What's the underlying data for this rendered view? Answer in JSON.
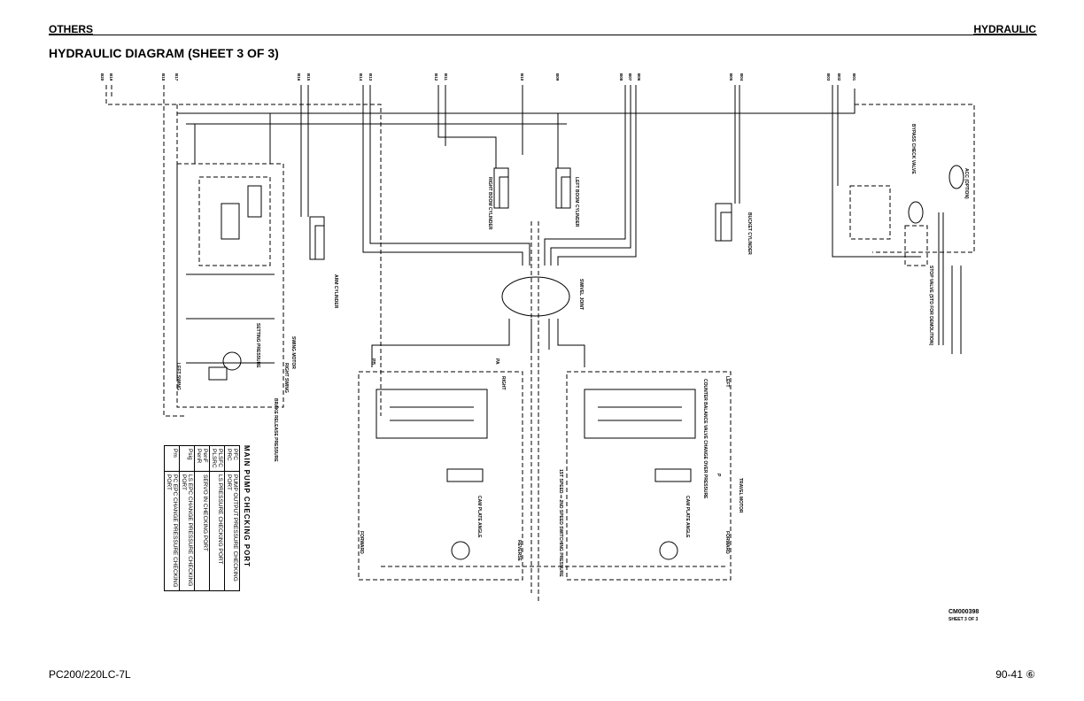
{
  "header": {
    "section": "OTHERS",
    "category": "HYDRAULIC"
  },
  "title": "HYDRAULIC DIAGRAM (SHEET 3 OF 3)",
  "ports": [
    "B20",
    "B19",
    "B18",
    "B17",
    "B16",
    "B15",
    "B14",
    "B13",
    "B12",
    "B11",
    "B10",
    "B09",
    "B08",
    "B07",
    "B06",
    "B05",
    "B04",
    "B03",
    "B02",
    "B01"
  ],
  "labels": {
    "arm_cylinder": "ARM CYLINDER",
    "boom_right": "RIGHT BOOM CYLINDER",
    "boom_left": "LEFT BOOM CYLINDER",
    "bucket_cylinder": "BUCKET CYLINDER",
    "swivel_joint": "SWIVEL JOINT",
    "swing_motor": "SWING MOTOR",
    "left_swing": "LEFT SWING",
    "right_swing": "RIGHT SWING",
    "setting_pressure": "SETTING PRESSURE",
    "brake_release": "BRAKE RELEASE PRESSURE",
    "travel_motor": "TRAVEL MOTOR",
    "counter_balance": "COUNTER BALANCE VALVE CHANGE OVER PRESSURE",
    "speed_switch": "1ST SPEED ⇒ 2ND SPEED SWITCHING PRESSURE",
    "cam_plate": "CAM PLATE ANGLE",
    "forward": "FORWARD",
    "reverse": "REVERSE",
    "right": "RIGHT",
    "left": "LEFT",
    "acc_option": "ACC (OPTION)",
    "bypass_check": "BYPASS CHECK VALVE",
    "stop_valve": "STOP VALVE (STD FOR DEMOLITION)",
    "pa": "PA",
    "pb": "PB",
    "p": "P"
  },
  "table": {
    "title": "MAIN PUMP CHECKING PORT",
    "rows": [
      {
        "keys": [
          "PFC",
          "PRC"
        ],
        "desc": "PUMP OUTPUT PRESSURE CHECKING PORT"
      },
      {
        "keys": [
          "PLSFC",
          "PLSRC"
        ],
        "desc": "LS PRESSURE CHECKING PORT"
      },
      {
        "keys": [
          "PenF",
          "PenR"
        ],
        "desc": "SERVO IN CHECKING PORT"
      },
      {
        "keys": [
          "Psig"
        ],
        "desc": "LS EPC CHANGE PRESSURE CHECKING PORT"
      },
      {
        "keys": [
          "Pm"
        ],
        "desc": "PC EPC CHANGE PRESSURE CHECKING PORT"
      }
    ]
  },
  "drawing_code": "CM000398",
  "sheet": "SHEET 3 OF 3",
  "footer": {
    "model": "PC200/220LC-7L",
    "page": "90-41",
    "revision": "⑥"
  }
}
